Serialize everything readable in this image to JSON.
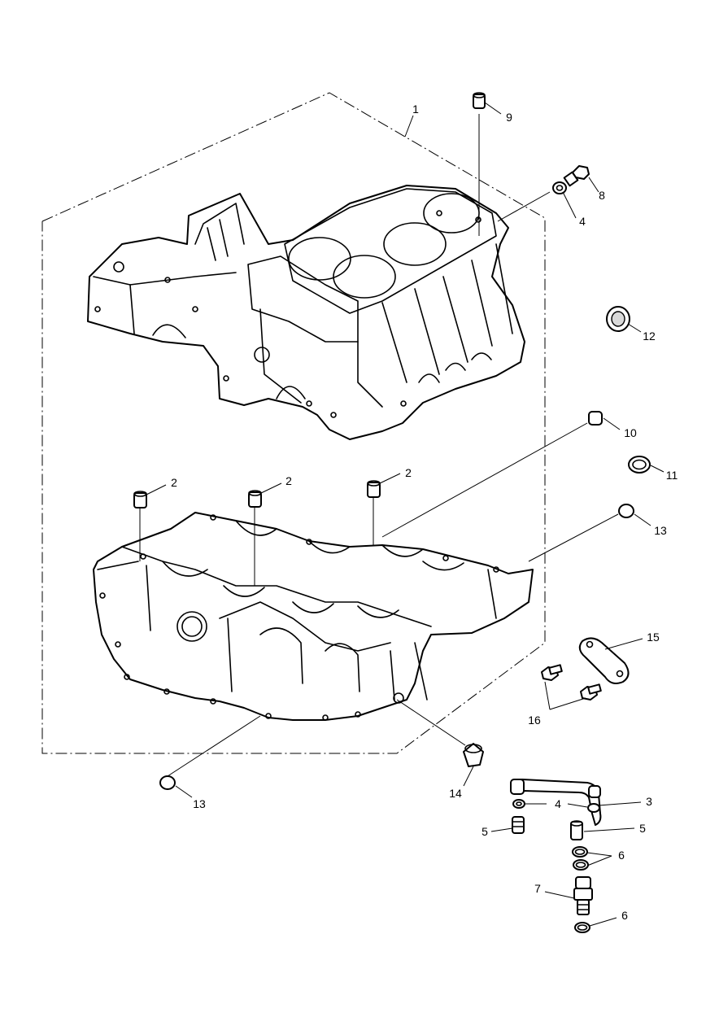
{
  "colors": {
    "line": "#000000",
    "background": "#ffffff",
    "shade": "#d9d9d9"
  },
  "callouts": {
    "c1": "1",
    "c2a": "2",
    "c2b": "2",
    "c2c": "2",
    "c3": "3",
    "c4a": "4",
    "c4b": "4",
    "c5a": "5",
    "c5b": "5",
    "c6a": "6",
    "c6b": "6",
    "c7": "7",
    "c8": "8",
    "c9": "9",
    "c10": "10",
    "c11": "11",
    "c12": "12",
    "c13a": "13",
    "c13b": "13",
    "c14": "14",
    "c15": "15",
    "c16": "16"
  }
}
